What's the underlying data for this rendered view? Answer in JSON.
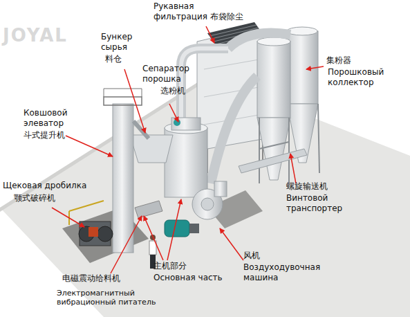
{
  "diagram": {
    "labels": [
      "JOYAL",
      "Рукавная фильтрация",
      "布袋除尘",
      "Бункер сырья",
      "料仓",
      "Сепаратор порошка",
      "选粉机",
      "集粉器",
      "Порошковый коллектор",
      "Ковшовой элеватор",
      "斗式提升机",
      "Щековая дробилка",
      "颚式破碎机",
      "螺旋输送机",
      "Винтовой транспортер",
      "风机",
      "Воздуходувочная машина",
      "主机部分",
      "Основная часть",
      "电磁震动给料机",
      "Электромагнитный вибрационный питатель"
    ]
  }
}
